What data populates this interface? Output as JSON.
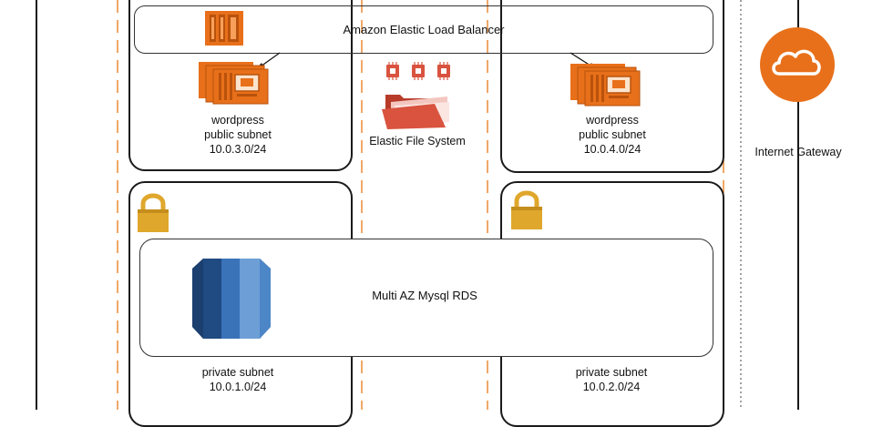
{
  "elb": {
    "label": "Amazon Elastic Load Balancer"
  },
  "efs": {
    "label": "Elastic File System"
  },
  "igw": {
    "label": "Internet Gateway"
  },
  "rds": {
    "label": "Multi AZ Mysql RDS"
  },
  "subnets": {
    "public_a": {
      "app": "wordpress",
      "type": "public subnet",
      "cidr": "10.0.3.0/24"
    },
    "public_b": {
      "app": "wordpress",
      "type": "public subnet",
      "cidr": "10.0.4.0/24"
    },
    "private_a": {
      "type": "private subnet",
      "cidr": "10.0.1.0/24"
    },
    "private_b": {
      "type": "private subnet",
      "cidr": "10.0.2.0/24"
    }
  },
  "colors": {
    "aws_orange": "#e8701a",
    "lock_gold": "#dfa72c",
    "efs_red": "#d9533f",
    "rds_blue": "#3b73b9"
  }
}
